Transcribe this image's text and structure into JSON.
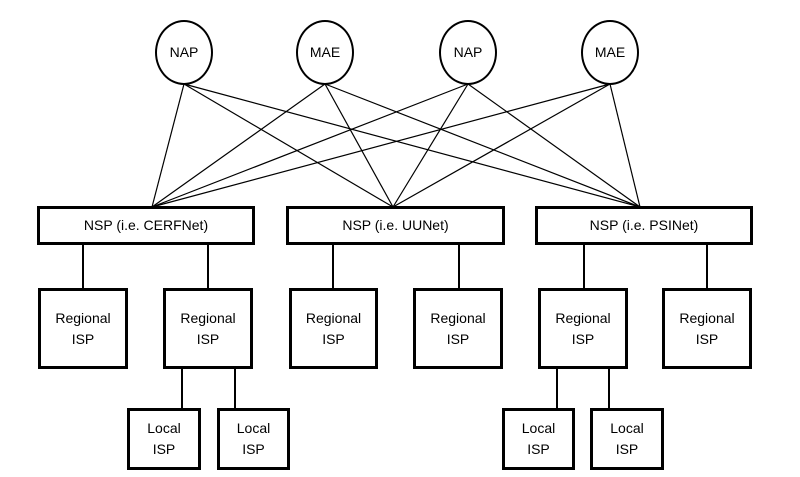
{
  "colors": {
    "background": "#ffffff",
    "line": "#000000",
    "text": "#000000"
  },
  "nodes": {
    "exchange_points": [
      {
        "id": "nap-1",
        "label": "NAP"
      },
      {
        "id": "mae-1",
        "label": "MAE"
      },
      {
        "id": "nap-2",
        "label": "NAP"
      },
      {
        "id": "mae-2",
        "label": "MAE"
      }
    ],
    "nsps": [
      {
        "id": "nsp-cerfnet",
        "label": "NSP (i.e. CERFNet)"
      },
      {
        "id": "nsp-uunet",
        "label": "NSP (i.e. UUNet)"
      },
      {
        "id": "nsp-psinet",
        "label": "NSP (i.e. PSINet)"
      }
    ],
    "regional_isps": [
      {
        "id": "regional-1",
        "label": "Regional\nISP"
      },
      {
        "id": "regional-2",
        "label": "Regional\nISP"
      },
      {
        "id": "regional-3",
        "label": "Regional\nISP"
      },
      {
        "id": "regional-4",
        "label": "Regional\nISP"
      },
      {
        "id": "regional-5",
        "label": "Regional\nISP"
      },
      {
        "id": "regional-6",
        "label": "Regional\nISP"
      }
    ],
    "local_isps": [
      {
        "id": "local-1",
        "label": "Local\nISP"
      },
      {
        "id": "local-2",
        "label": "Local\nISP"
      },
      {
        "id": "local-3",
        "label": "Local\nISP"
      },
      {
        "id": "local-4",
        "label": "Local\nISP"
      }
    ]
  },
  "edges": {
    "mesh": [
      [
        "nap-1",
        "nsp-cerfnet"
      ],
      [
        "nap-1",
        "nsp-uunet"
      ],
      [
        "nap-1",
        "nsp-psinet"
      ],
      [
        "mae-1",
        "nsp-cerfnet"
      ],
      [
        "mae-1",
        "nsp-uunet"
      ],
      [
        "mae-1",
        "nsp-psinet"
      ],
      [
        "nap-2",
        "nsp-cerfnet"
      ],
      [
        "nap-2",
        "nsp-uunet"
      ],
      [
        "nap-2",
        "nsp-psinet"
      ],
      [
        "mae-2",
        "nsp-cerfnet"
      ],
      [
        "mae-2",
        "nsp-uunet"
      ],
      [
        "mae-2",
        "nsp-psinet"
      ]
    ],
    "tree": [
      [
        "nsp-cerfnet",
        "regional-1"
      ],
      [
        "nsp-cerfnet",
        "regional-2"
      ],
      [
        "nsp-uunet",
        "regional-3"
      ],
      [
        "nsp-uunet",
        "regional-4"
      ],
      [
        "nsp-psinet",
        "regional-5"
      ],
      [
        "nsp-psinet",
        "regional-6"
      ],
      [
        "regional-2",
        "local-1"
      ],
      [
        "regional-2",
        "local-2"
      ],
      [
        "regional-5",
        "local-3"
      ],
      [
        "regional-5",
        "local-4"
      ]
    ]
  }
}
